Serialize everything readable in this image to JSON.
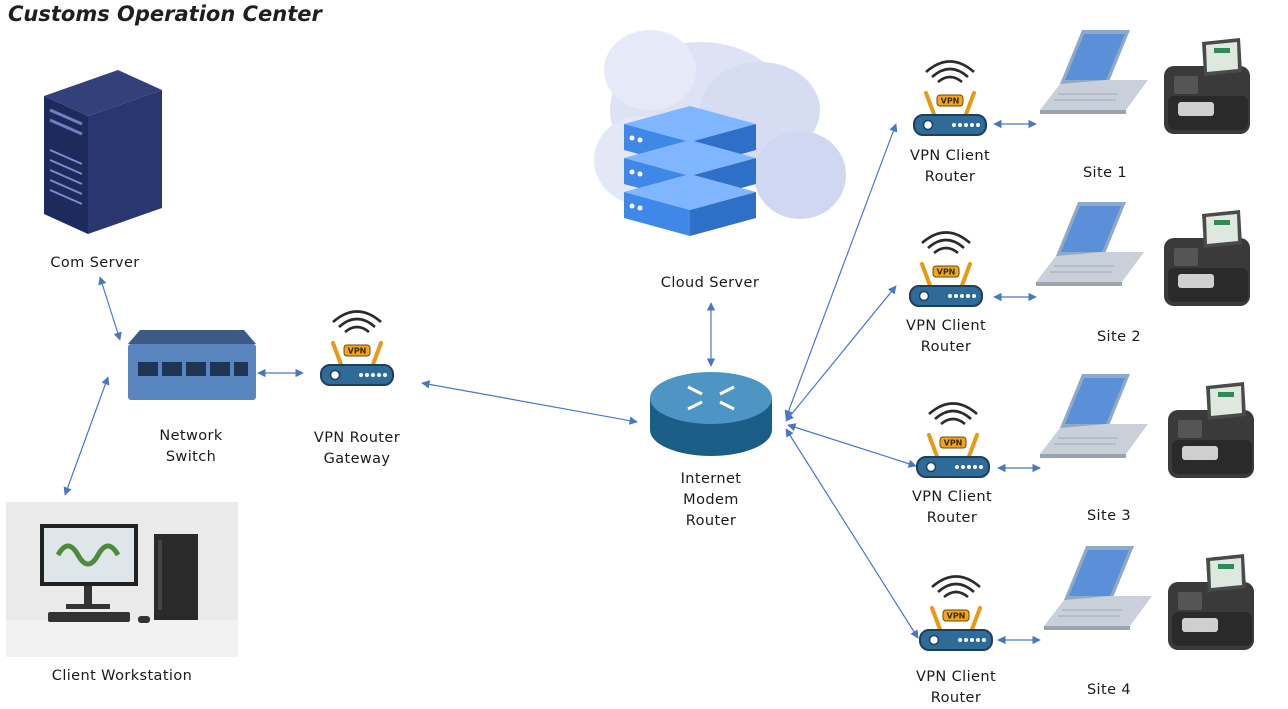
{
  "title": "Customs Operation Center",
  "nodes": {
    "com_server": {
      "label": "Com Server"
    },
    "network_switch": {
      "lines": [
        "Network",
        "Switch"
      ]
    },
    "client_workstation": {
      "label": "Client Workstation"
    },
    "vpn_gateway": {
      "lines": [
        "VPN Router",
        "Gateway"
      ],
      "badge": "VPN"
    },
    "cloud_server": {
      "label": "Cloud Server"
    },
    "internet_router": {
      "lines": [
        "Internet",
        "Modem",
        "Router"
      ]
    },
    "sites": [
      {
        "label": "Site 1",
        "router_lines": [
          "VPN Client",
          "Router"
        ],
        "badge": "VPN"
      },
      {
        "label": "Site 2",
        "router_lines": [
          "VPN Client",
          "Router"
        ],
        "badge": "VPN"
      },
      {
        "label": "Site 3",
        "router_lines": [
          "VPN Client",
          "Router"
        ],
        "badge": "VPN"
      },
      {
        "label": "Site 4",
        "router_lines": [
          "VPN Client",
          "Router"
        ],
        "badge": "VPN"
      }
    ]
  },
  "colors": {
    "connector": "#4a78c0",
    "server_dark": "#1f2a5c",
    "switch": "#5a86c0",
    "router_body": "#2f6b98",
    "vpn_badge": "#f2a51b",
    "cloud": "#dde2f5",
    "cloud_server": "#3f88e8",
    "laptop_screen": "#5b8fd8",
    "pos_terminal": "#3a3a3a"
  }
}
